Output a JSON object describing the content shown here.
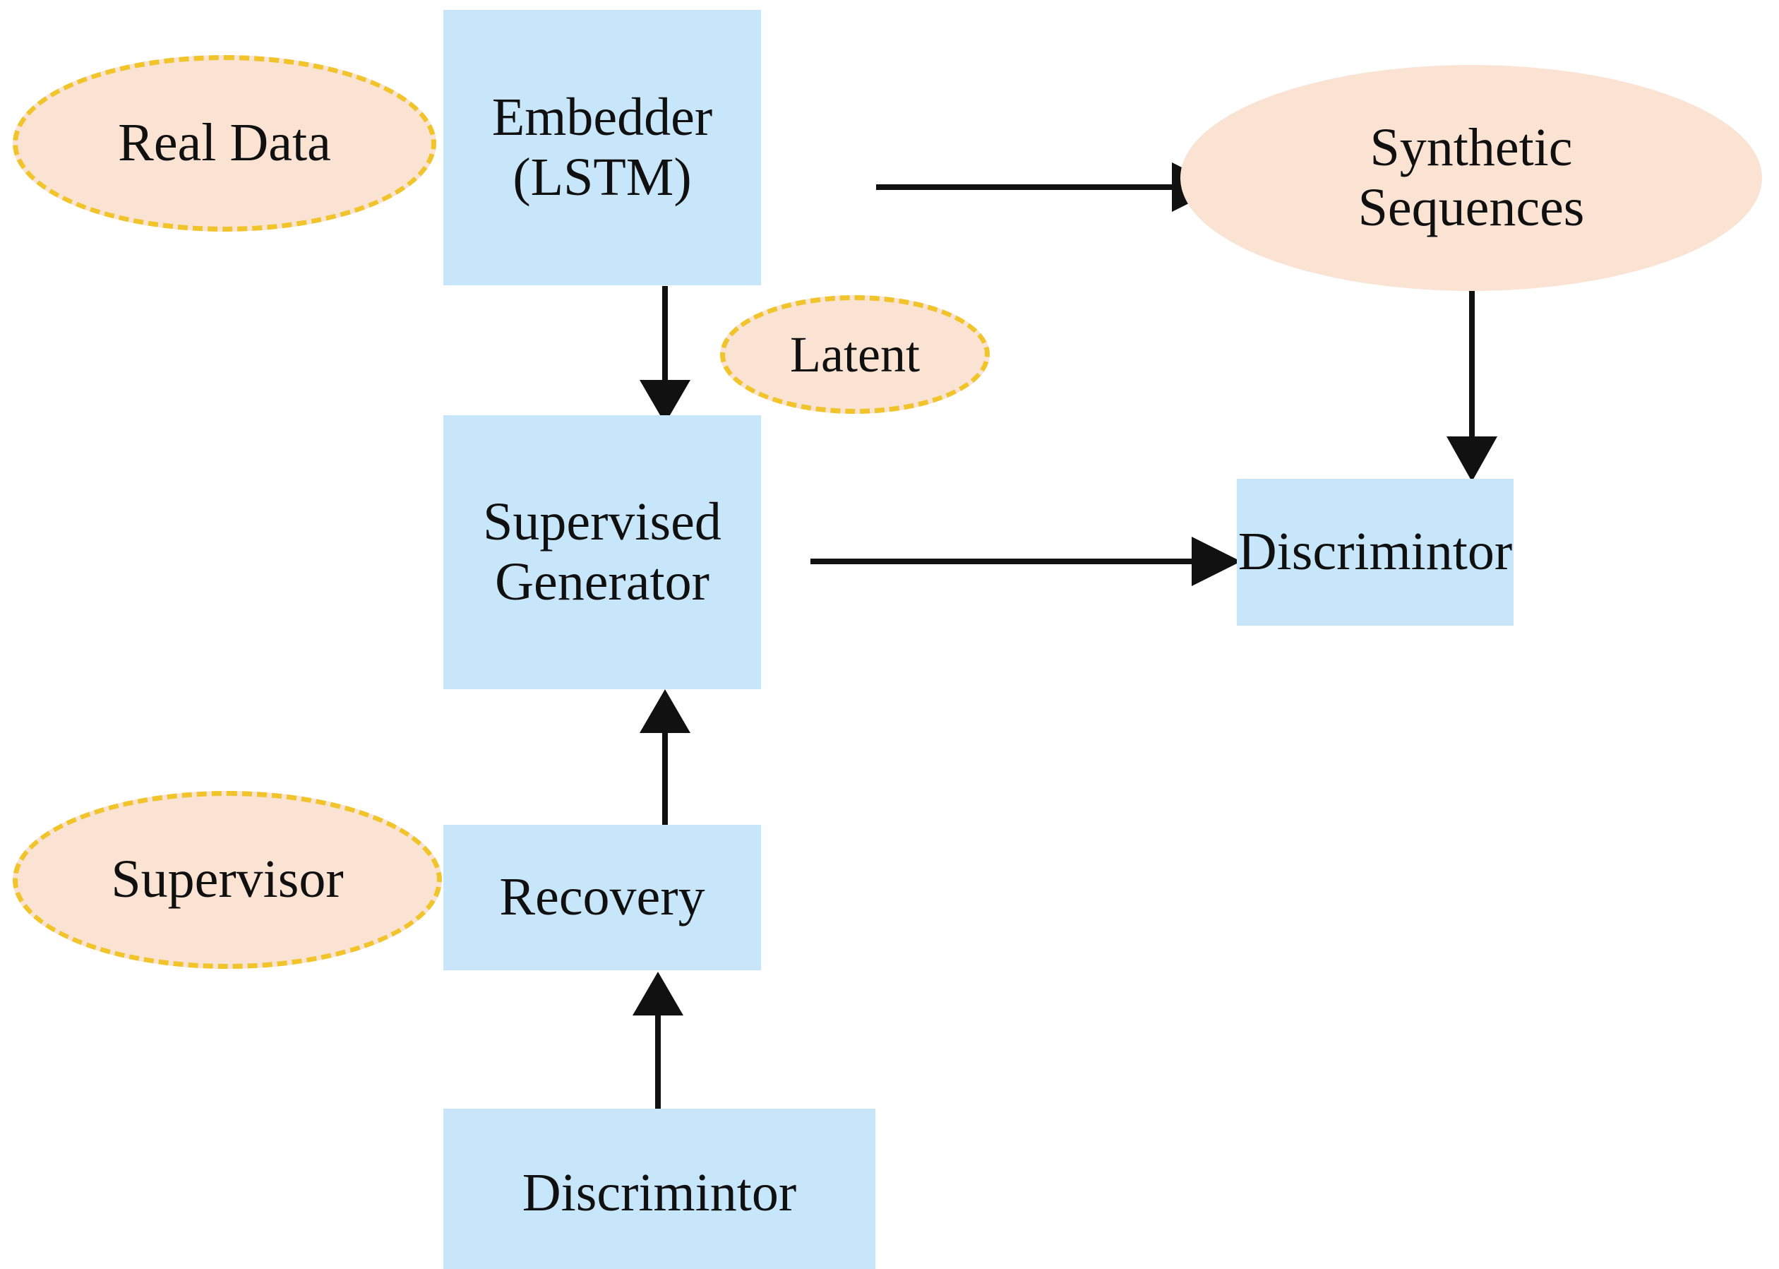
{
  "diagram": {
    "title": "TimeGAN architecture block diagram",
    "background_color": "#ffffff",
    "palette": {
      "box_fill": "#c8e6fa",
      "ellipse_fill": "#fae3d3",
      "ellipse_dashed_border": "#f0c42a",
      "arrow_color": "#111111",
      "text_color": "#101010"
    },
    "nodes": [
      {
        "id": "real-data",
        "label": "Real Data",
        "shape": "ellipse-dashed"
      },
      {
        "id": "embedder",
        "label": "Embedder\n(LSTM)",
        "shape": "rectangle"
      },
      {
        "id": "synthetic",
        "label": "Synthetic\nSequences",
        "shape": "ellipse"
      },
      {
        "id": "latent",
        "label": "Latent",
        "shape": "ellipse-dashed"
      },
      {
        "id": "supgen",
        "label": "Supervised\nGenerator",
        "shape": "rectangle"
      },
      {
        "id": "disc-right",
        "label": "Discrimintor",
        "shape": "rectangle"
      },
      {
        "id": "supervisor",
        "label": "Supervisor",
        "shape": "ellipse-dashed"
      },
      {
        "id": "recovery",
        "label": "Recovery",
        "shape": "rectangle"
      },
      {
        "id": "disc-bottom",
        "label": "Discrimintor",
        "shape": "rectangle"
      }
    ],
    "edges": [
      {
        "id": "embedder-to-synthetic",
        "from": "embedder",
        "to": "synthetic",
        "direction": "right"
      },
      {
        "id": "embedder-to-supgen",
        "from": "embedder",
        "to": "supgen",
        "direction": "down"
      },
      {
        "id": "synthetic-to-disc",
        "from": "synthetic",
        "to": "disc-right",
        "direction": "down"
      },
      {
        "id": "supgen-to-disc",
        "from": "supgen",
        "to": "disc-right",
        "direction": "right"
      },
      {
        "id": "recovery-to-supgen",
        "from": "recovery",
        "to": "supgen",
        "direction": "up"
      },
      {
        "id": "discbottom-to-recovery",
        "from": "disc-bottom",
        "to": "recovery",
        "direction": "up"
      }
    ]
  }
}
